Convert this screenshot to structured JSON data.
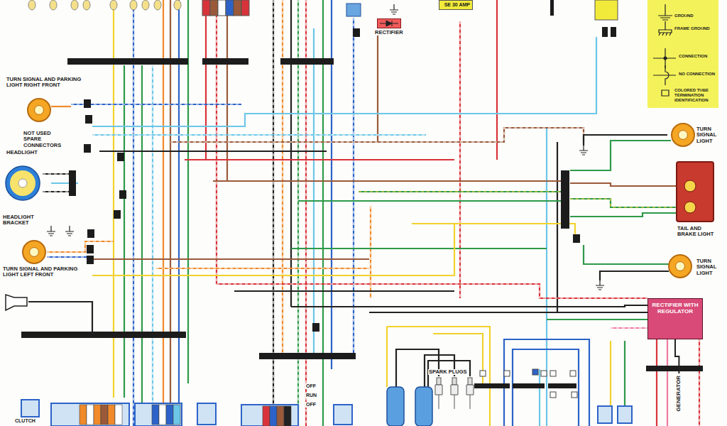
{
  "diagram": {
    "nodes": [
      {
        "text": [
          "RECTIFIER"
        ]
      },
      {
        "text": [
          "SE 30 AMP"
        ]
      },
      {
        "text": [
          "RECTIFIER WITH REGULATOR"
        ]
      },
      {
        "text": [
          "GENERATOR"
        ]
      }
    ],
    "edges": [
      {
        "from": 2,
        "to": 3,
        "arrow": "none"
      }
    ],
    "labels": [
      "TURN SIGNAL AND PARKING LIGHT RIGHT FRONT",
      "NOT USED SPARE CONNECTORS",
      "HEADLIGHT",
      "HEADLIGHT BRACKET",
      "TURN SIGNAL AND PARKING LIGHT LEFT FRONT",
      "TURN SIGNAL LIGHT",
      "TAIL AND BRAKE LIGHT",
      "TURN SIGNAL LIGHT",
      "SPARK PLUGS",
      "CLUTCH",
      "OFF",
      "RUN",
      "OFF"
    ],
    "legend": [
      {
        "text": "GROUND"
      },
      {
        "text": "FRAME GROUND"
      },
      {
        "text": "CONNECTION"
      },
      {
        "text": "NO CONNECTION"
      },
      {
        "text": "COLORED TUBE TERMINATION IDENTIFICATION"
      }
    ]
  }
}
